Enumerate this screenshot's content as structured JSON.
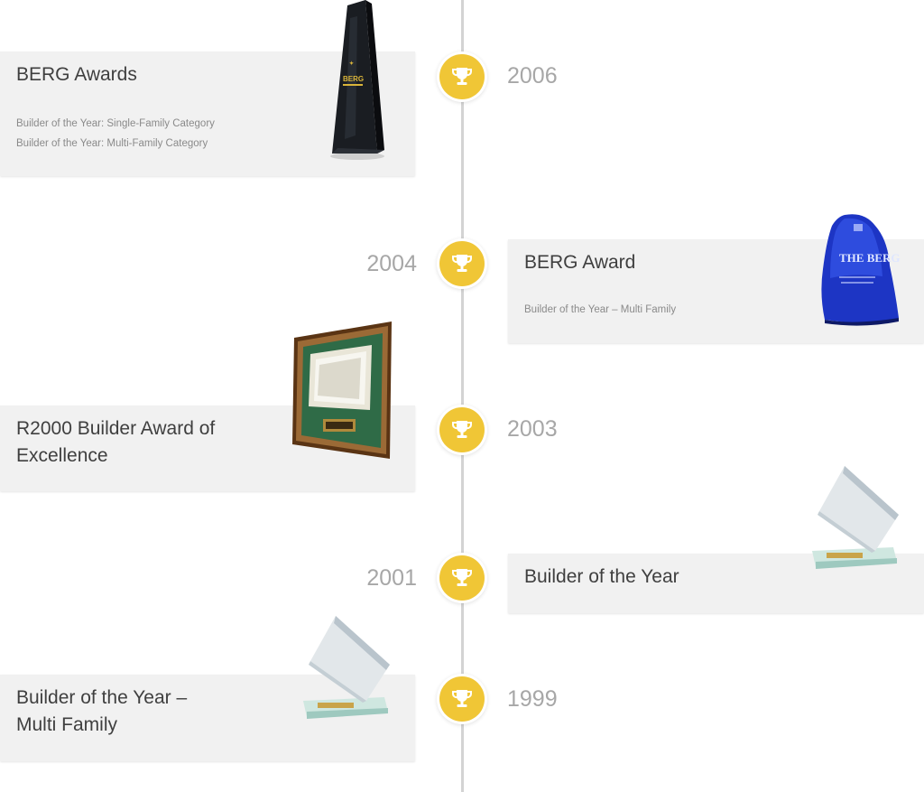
{
  "awards": [
    {
      "year": "2006",
      "title": "BERG Awards",
      "details": [
        "Builder of the Year: Single-Family Category",
        "Builder of the Year: Multi-Family Category"
      ],
      "icon": "trophy-icon",
      "image": "obelisk-trophy"
    },
    {
      "year": "2004",
      "title": "BERG Award",
      "details": [
        "Builder of the Year – Multi Family"
      ],
      "icon": "trophy-icon",
      "image": "blue-glass-trophy",
      "image_text": "THE BERGS"
    },
    {
      "year": "2003",
      "title": "R2000 Builder Award of Excellence",
      "details": [],
      "icon": "trophy-icon",
      "image": "framed-plaque"
    },
    {
      "year": "2001",
      "title": "Builder of the Year",
      "details": [],
      "icon": "trophy-icon",
      "image": "glass-diamond-award"
    },
    {
      "year": "1999",
      "title": "Builder of the Year – Multi Family",
      "details": [],
      "icon": "trophy-icon",
      "image": "glass-diamond-award"
    }
  ],
  "colors": {
    "accent": "#f0c636",
    "card_bg": "#f1f1f1",
    "axis": "#d3d3d3",
    "year_text": "#a7a7a7",
    "title_text": "#3f3f3f"
  }
}
